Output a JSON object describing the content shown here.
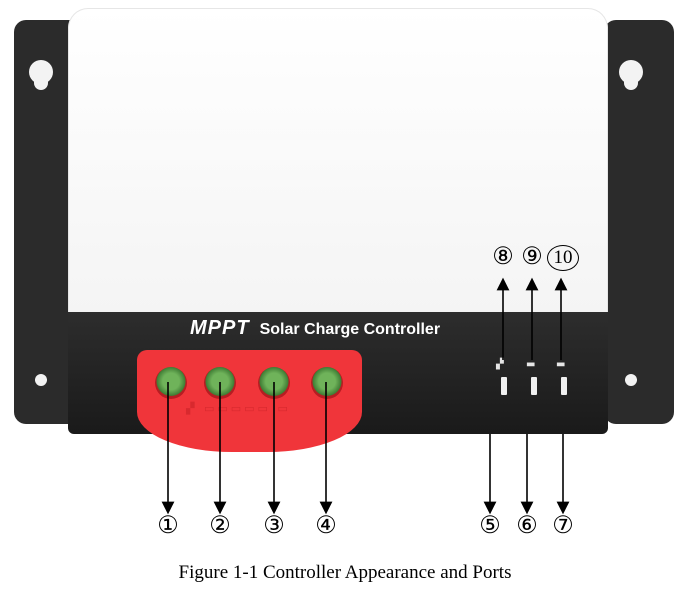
{
  "brand": {
    "mppt": "MPPT",
    "product": "Solar Charge Controller"
  },
  "callouts": {
    "c1": "①",
    "c2": "②",
    "c3": "③",
    "c4": "④",
    "c5": "⑤",
    "c6": "⑥",
    "c7": "⑦",
    "c8": "⑧",
    "c9": "⑨",
    "c10": "10"
  },
  "caption": "Figure 1-1 Controller Appearance and Ports",
  "icons": {
    "terminals": [
      "solar-panel-icon",
      "battery-icon",
      "load-icon"
    ],
    "leds": [
      "solar-indicator-icon",
      "battery-indicator-icon",
      "load-indicator-icon"
    ]
  },
  "colors": {
    "panel_red": "#f0353a",
    "terminal_green": "#4f9a44",
    "housing_dark": "#222222",
    "housing_white": "#ffffff"
  }
}
